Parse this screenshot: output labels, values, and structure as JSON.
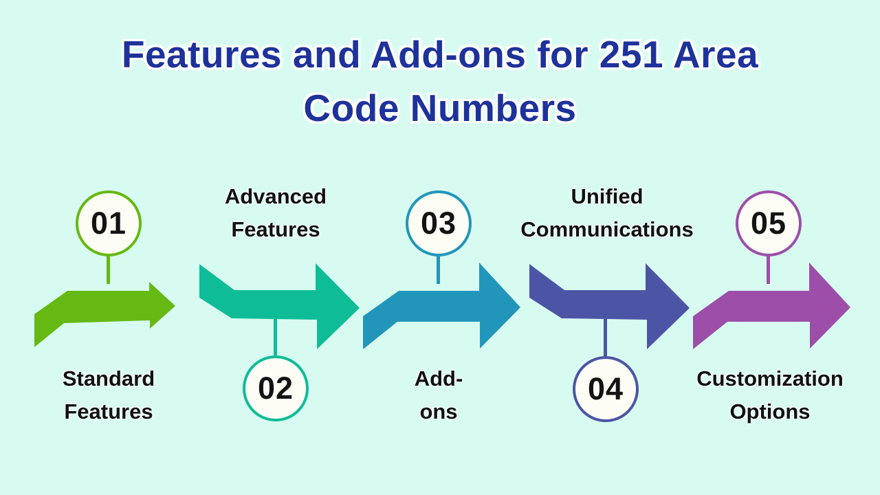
{
  "background_color": "#d8fbf1",
  "title": {
    "lines": [
      "Features and Add-ons for 251 Area",
      "Code Numbers"
    ],
    "color": "#1e329b"
  },
  "text_color": "#111111",
  "circle_fill": "#fdfdf6",
  "steps": [
    {
      "number": "01",
      "label_lines": [
        "Standard",
        "Features"
      ],
      "label_position": "below",
      "color": "#65b912"
    },
    {
      "number": "02",
      "label_lines": [
        "Advanced",
        "Features"
      ],
      "label_position": "above",
      "color": "#0ebd97"
    },
    {
      "number": "03",
      "label_lines": [
        "Add-",
        "ons"
      ],
      "label_position": "below",
      "color": "#2196ba"
    },
    {
      "number": "04",
      "label_lines": [
        "Unified",
        "Communications"
      ],
      "label_position": "above",
      "color": "#4c55a5"
    },
    {
      "number": "05",
      "label_lines": [
        "Customization",
        "Options"
      ],
      "label_position": "below",
      "color": "#9c4ea9"
    }
  ]
}
